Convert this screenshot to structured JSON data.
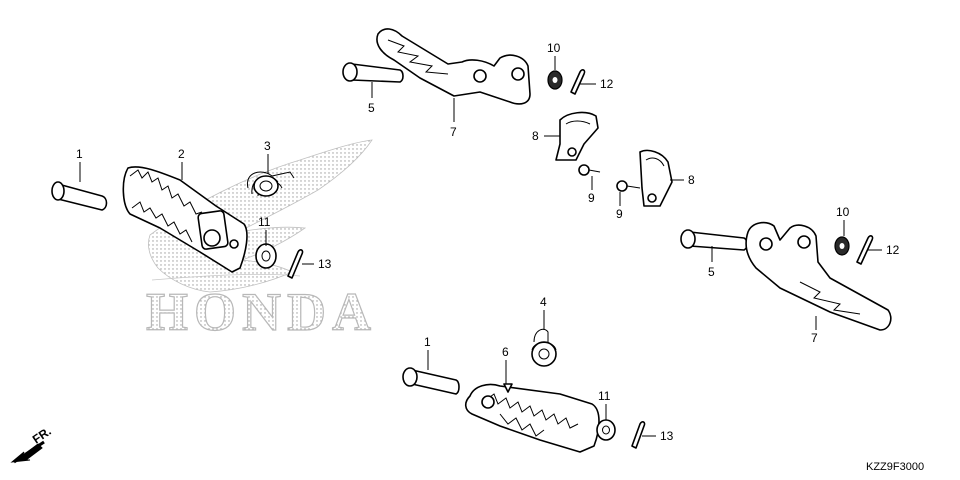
{
  "watermark": {
    "text": "HONDA"
  },
  "diagram_code": "KZZ9F3000",
  "direction_label": "FR.",
  "callouts": {
    "c1a": "1",
    "c2": "2",
    "c3": "3",
    "c11a": "11",
    "c13a": "13",
    "c5a": "5",
    "c7a": "7",
    "c10a": "10",
    "c12a": "12",
    "c8a": "8",
    "c9a": "9",
    "c9b": "9",
    "c8b": "8",
    "c10b": "10",
    "c12b": "12",
    "c5b": "5",
    "c7b": "7",
    "c4": "4",
    "c1b": "1",
    "c6": "6",
    "c11b": "11",
    "c13b": "13"
  }
}
